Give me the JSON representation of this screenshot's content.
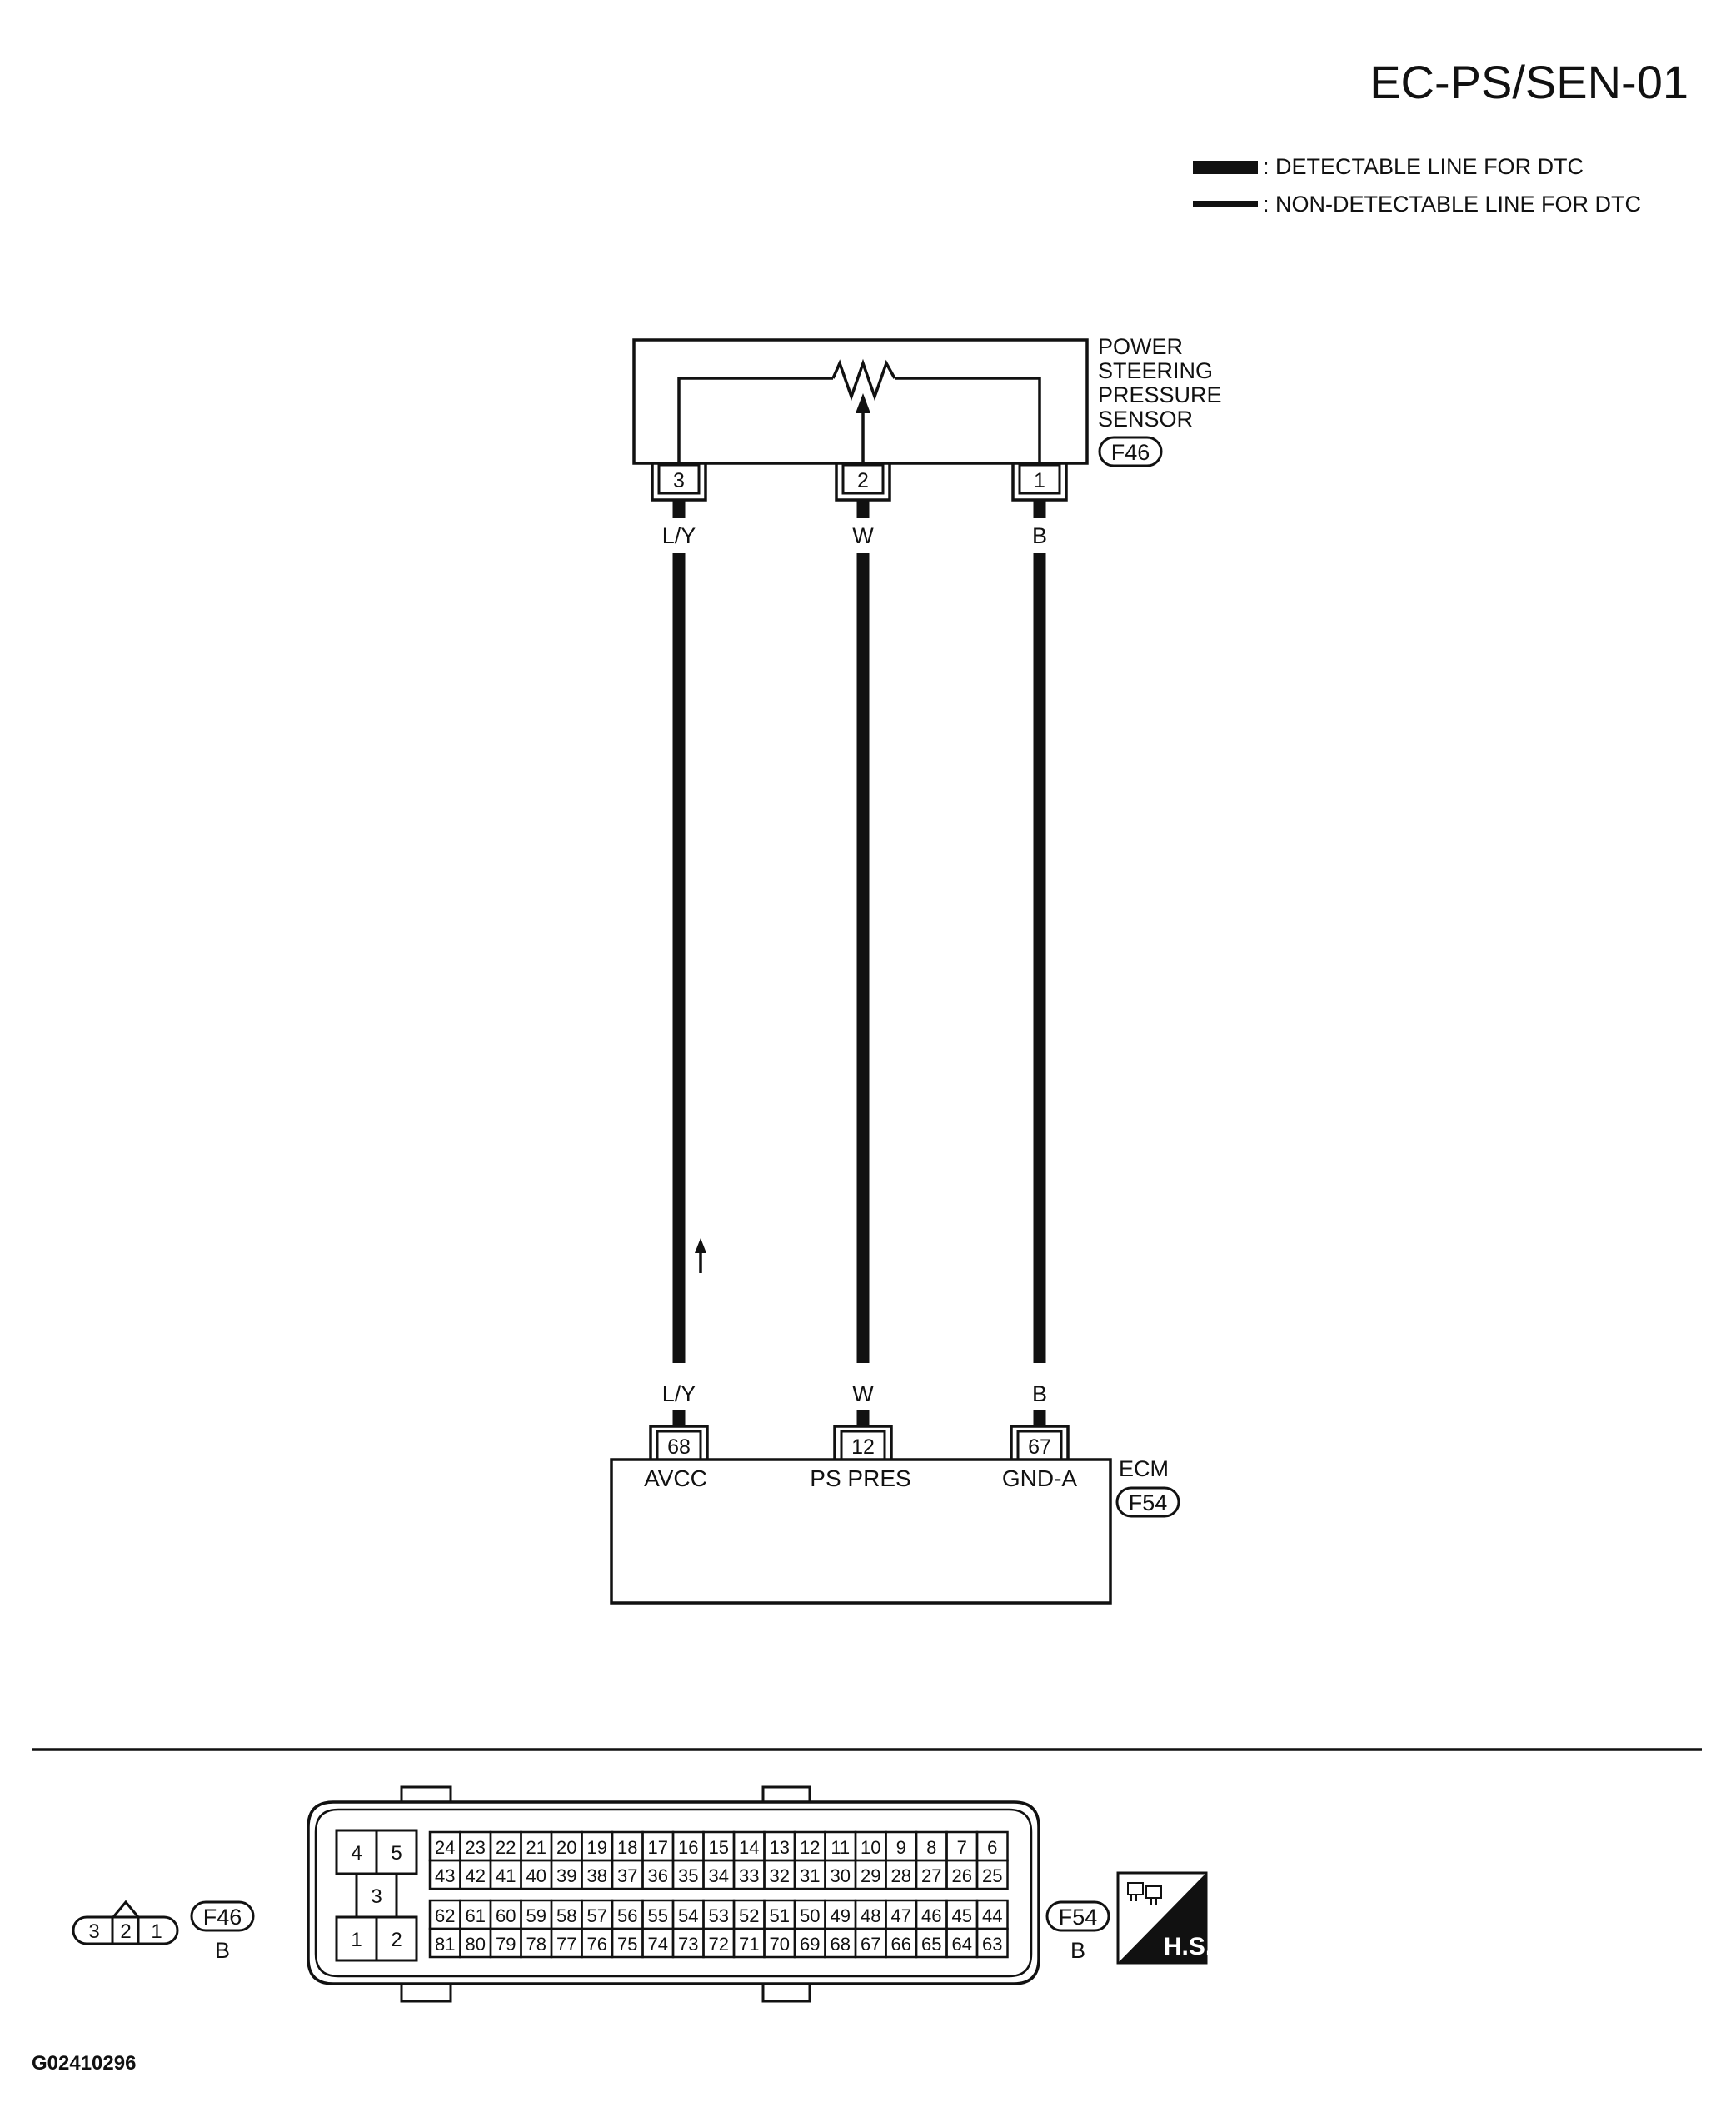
{
  "page_code": "EC-PS/SEN-01",
  "legend": {
    "detectable": ": DETECTABLE LINE FOR DTC",
    "non_detectable": ": NON-DETECTABLE LINE FOR DTC"
  },
  "sensor": {
    "name_lines": [
      "POWER",
      "STEERING",
      "PRESSURE",
      "SENSOR"
    ],
    "connector": "F46",
    "pins": [
      "3",
      "2",
      "1"
    ]
  },
  "wires": [
    {
      "top_color": "L/Y",
      "bottom_color": "L/Y"
    },
    {
      "top_color": "W",
      "bottom_color": "W"
    },
    {
      "top_color": "B",
      "bottom_color": "B"
    }
  ],
  "ecm": {
    "name": "ECM",
    "connector": "F54",
    "pins": [
      "68",
      "12",
      "67"
    ],
    "terminals": [
      "AVCC",
      "PS PRES",
      "GND-A"
    ]
  },
  "connector_views": {
    "f46": {
      "id": "F46",
      "color": "B",
      "pins": [
        "3",
        "2",
        "1"
      ]
    },
    "f54": {
      "id": "F54",
      "color": "B",
      "left_block": [
        "4",
        "5",
        "3",
        "1",
        "2"
      ],
      "rows": [
        [
          "24",
          "23",
          "22",
          "21",
          "20",
          "19",
          "18",
          "17",
          "16",
          "15",
          "14",
          "13",
          "12",
          "11",
          "10",
          "9",
          "8",
          "7",
          "6"
        ],
        [
          "43",
          "42",
          "41",
          "40",
          "39",
          "38",
          "37",
          "36",
          "35",
          "34",
          "33",
          "32",
          "31",
          "30",
          "29",
          "28",
          "27",
          "26",
          "25"
        ],
        [
          "62",
          "61",
          "60",
          "59",
          "58",
          "57",
          "56",
          "55",
          "54",
          "53",
          "52",
          "51",
          "50",
          "49",
          "48",
          "47",
          "46",
          "45",
          "44"
        ],
        [
          "81",
          "80",
          "79",
          "78",
          "77",
          "76",
          "75",
          "74",
          "73",
          "72",
          "71",
          "70",
          "69",
          "68",
          "67",
          "66",
          "65",
          "64",
          "63"
        ]
      ]
    }
  },
  "hs_badge": "H.S.",
  "hs_icon": "connector-harness-icon",
  "figure_id": "G02410296",
  "colors": {
    "ink": "#111111",
    "background": "#ffffff"
  }
}
